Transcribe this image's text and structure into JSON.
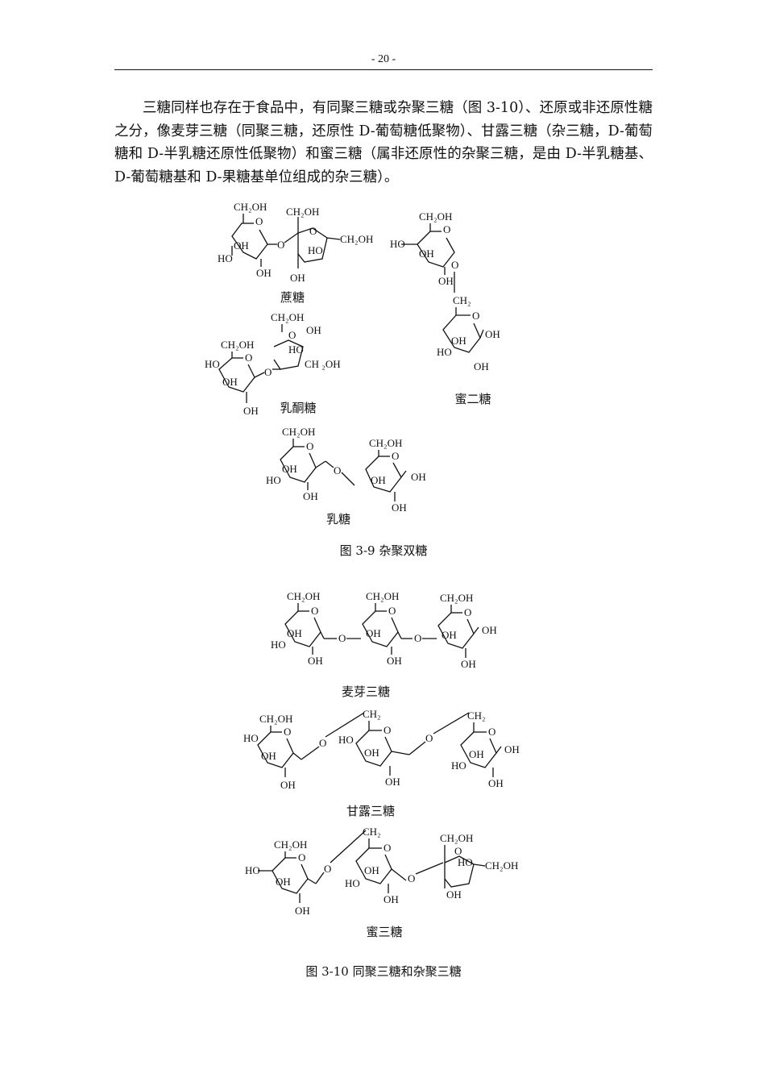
{
  "page_number": "- 20 -",
  "paragraph": "三糖同样也存在于食品中，有同聚三糖或杂聚三糖（图 3-10）、还原或非还原性糖之分，像麦芽三糖（同聚三糖，还原性 D-葡萄糖低聚物）、甘露三糖（杂三糖，D-葡萄糖和 D-半乳糖还原性低聚物）和蜜三糖（属非还原性的杂聚三糖，是由 D-半乳糖基、D-葡萄糖基和 D-果糖基单位组成的杂三糖）。",
  "chem_labels": {
    "ch2oh": "CH₂OH",
    "ch2": "CH₂",
    "oh": "OH",
    "ho": "HO",
    "o": "O",
    "ch_2oh": "CH ₂OH"
  },
  "figure_3_9": {
    "sucrose": "蔗糖",
    "melibiose": "蜜二糖",
    "lactulose": "乳酮糖",
    "lactose": "乳糖",
    "caption": "图 3-9  杂聚双糖"
  },
  "figure_3_10": {
    "maltotriose": "麦芽三糖",
    "mannotriose": "甘露三糖",
    "raffinose": "蜜三糖",
    "caption": "图 3-10  同聚三糖和杂聚三糖"
  }
}
